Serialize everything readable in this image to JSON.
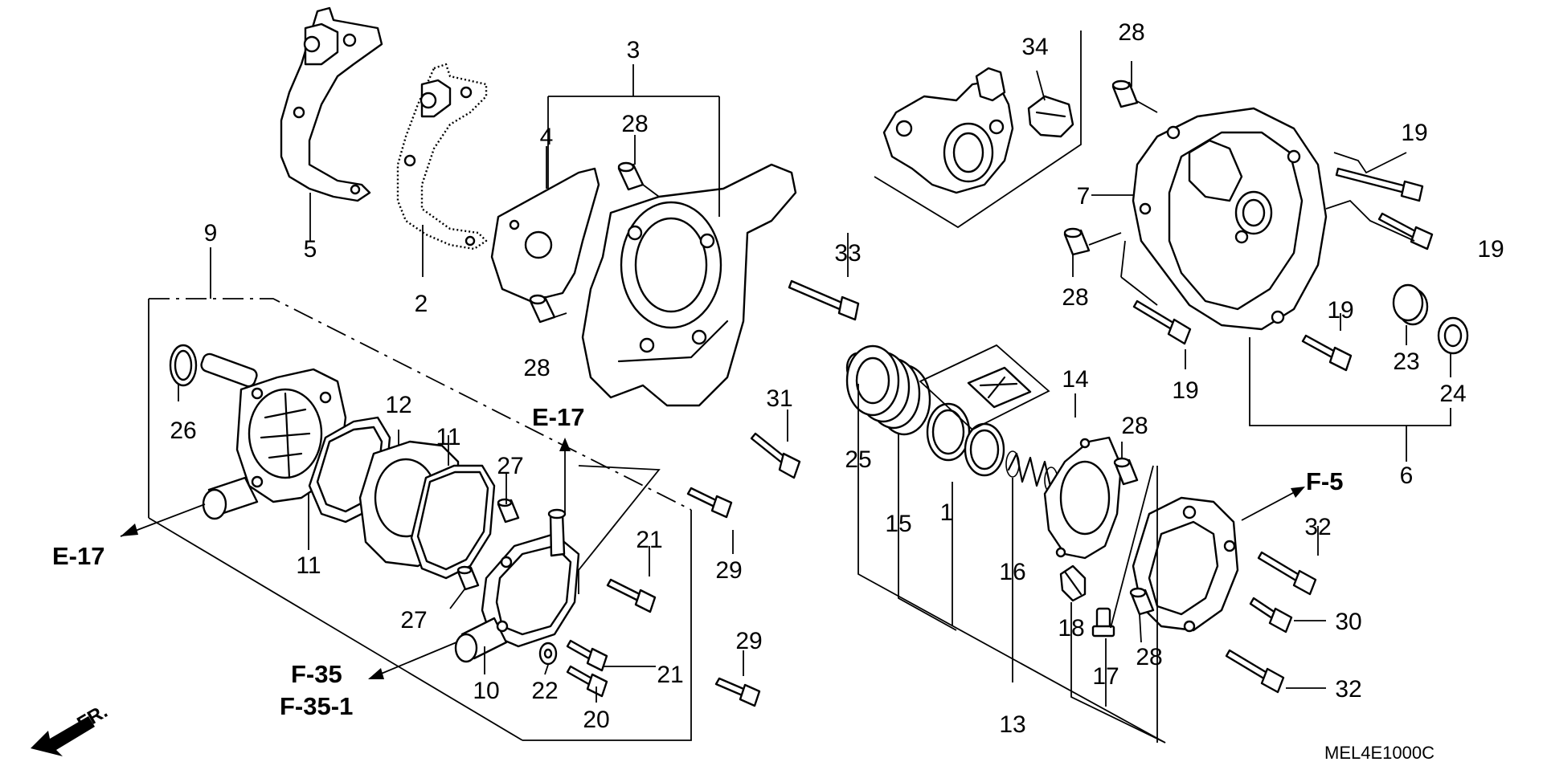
{
  "diagram_code": "MEL4E1000C",
  "front_indicator": "FR.",
  "callouts": {
    "c1": "1",
    "c2": "2",
    "c3": "3",
    "c4": "4",
    "c5": "5",
    "c6": "6",
    "c7": "7",
    "c9": "9",
    "c10": "10",
    "c11a": "11",
    "c11b": "11",
    "c12": "12",
    "c13": "13",
    "c14": "14",
    "c15": "15",
    "c16": "16",
    "c17": "17",
    "c18": "18",
    "c19a": "19",
    "c19b": "19",
    "c19c": "19",
    "c19d": "19",
    "c20": "20",
    "c21a": "21",
    "c21b": "21",
    "c22": "22",
    "c23": "23",
    "c24": "24",
    "c25": "25",
    "c26": "26",
    "c27a": "27",
    "c27b": "27",
    "c28a": "28",
    "c28b": "28",
    "c28c": "28",
    "c28d": "28",
    "c28e": "28",
    "c28f": "28",
    "c29a": "29",
    "c29b": "29",
    "c30": "30",
    "c31": "31",
    "c32a": "32",
    "c32b": "32",
    "c33": "33",
    "c34": "34"
  },
  "references": {
    "e17_left": "E-17",
    "e17_top": "E-17",
    "f35": "F-35",
    "f35_1": "F-35-1",
    "f5": "F-5"
  }
}
